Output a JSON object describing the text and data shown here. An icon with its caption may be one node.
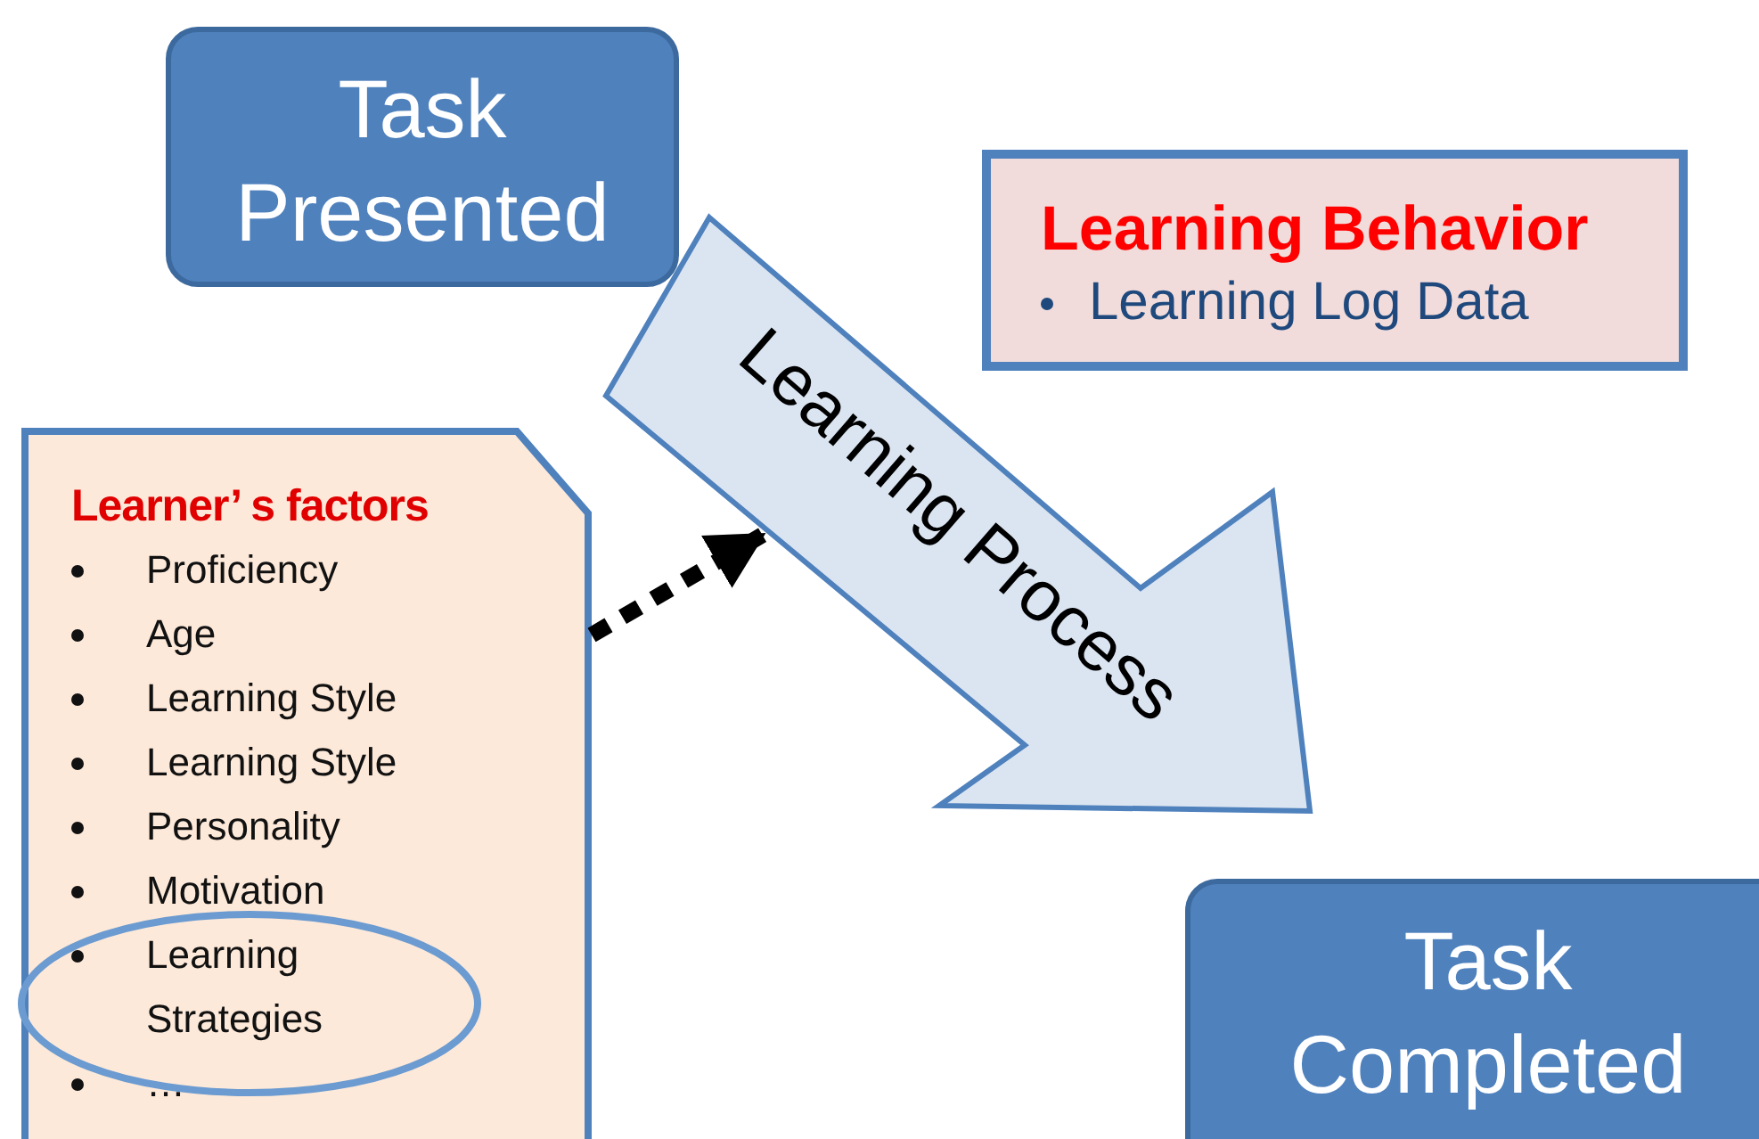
{
  "diagram": {
    "nodes": [
      {
        "text": [
          "Task Presented"
        ]
      },
      {
        "text": [
          "Learning Behavior",
          "Learning Log Data"
        ]
      },
      {
        "text": [
          "Learning Process"
        ]
      },
      {
        "text": [
          "Learner’ s factors",
          "Proficiency",
          "Age",
          "Learning Style",
          "Learning Style",
          "Personality",
          "Motivation",
          "Learning Strategies",
          "…"
        ]
      },
      {
        "text": [
          "Task Completed"
        ]
      }
    ],
    "edges": [
      {
        "from": 3,
        "to": 2,
        "arrow": "to",
        "style": "dashed"
      }
    ]
  }
}
